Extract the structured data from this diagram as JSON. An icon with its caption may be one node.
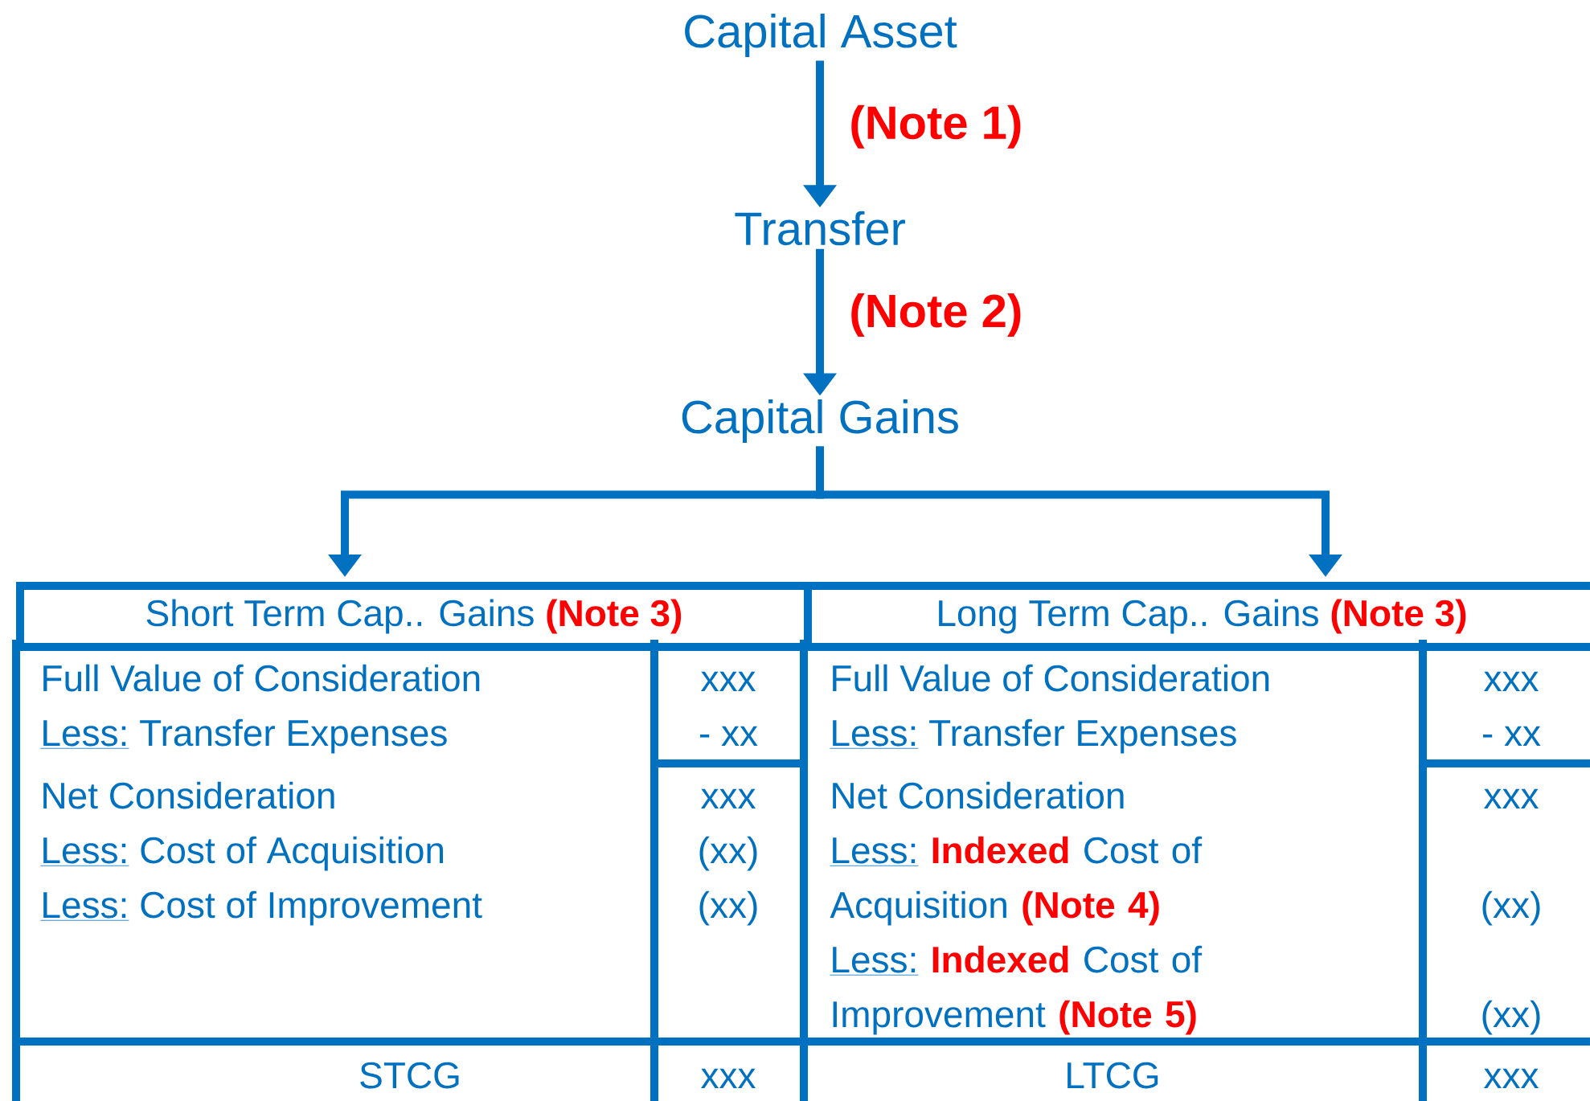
{
  "diagram": {
    "nodes": [
      {
        "text": [
          "Capital Asset"
        ]
      },
      {
        "text": [
          "Transfer"
        ]
      },
      {
        "text": [
          "Capital Gains"
        ]
      },
      {
        "text": [
          "Short Term Cap.. Gains",
          "(Note 3)"
        ]
      },
      {
        "text": [
          "Long Term Cap.. Gains",
          "(Note 3)"
        ]
      }
    ],
    "edges": [
      {
        "from": 0,
        "to": 1,
        "arrow": "to",
        "label": "(Note 1)"
      },
      {
        "from": 1,
        "to": 2,
        "arrow": "to",
        "label": "(Note 2)"
      },
      {
        "from": 2,
        "to": 3,
        "arrow": "to"
      },
      {
        "from": 2,
        "to": 4,
        "arrow": "to"
      }
    ],
    "labels": [
      "Full Value of Consideration",
      "xxx",
      "Full Value of Consideration",
      "xxx",
      "Less:",
      "Transfer Expenses",
      "- xx",
      "Less:",
      "Transfer Expenses",
      "- xx",
      "Net Consideration",
      "xxx",
      "Net Consideration",
      "xxx",
      "Less:",
      "Cost of Acquisition",
      "(xx)",
      "Less:",
      "**Indexed** Cost of Acquisition **(Note 4)**",
      "Less:",
      "Cost of Improvement",
      "(xx)",
      "(xx)",
      "Less:",
      "**Indexed** Cost of Improvement **(Note 5)**",
      "(xx)",
      "STCG",
      "xxx",
      "LTCG",
      "xxx"
    ]
  }
}
